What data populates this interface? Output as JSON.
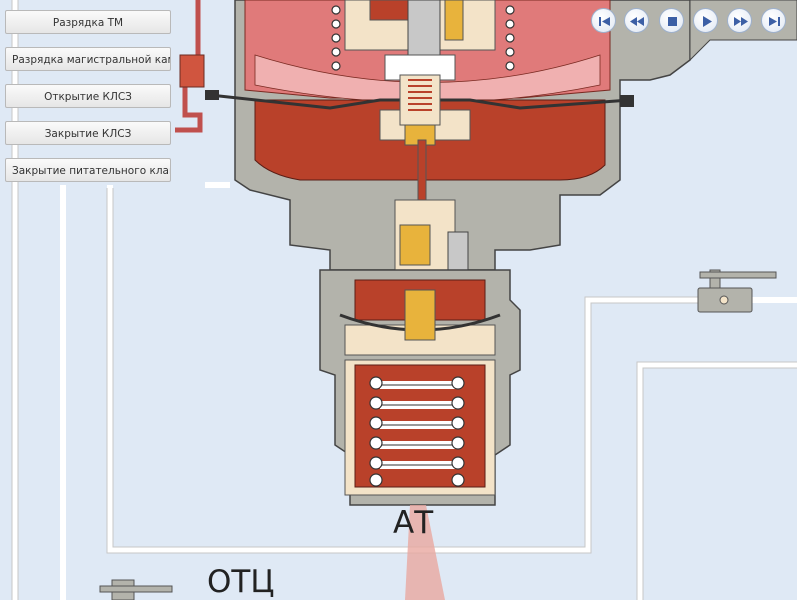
{
  "menu": {
    "items": [
      "Разрядка ТМ",
      "Разрядка магистральной камеры",
      "Открытие КЛСЗ",
      "Закрытие КЛСЗ",
      "Закрытие питательного клапана"
    ]
  },
  "controls": {
    "icons": [
      "skip-back-icon",
      "rewind-icon",
      "stop-icon",
      "play-icon",
      "fast-forward-icon",
      "skip-forward-icon"
    ]
  },
  "labels": {
    "at": "АТ",
    "otc": "ОТЦ"
  },
  "colors": {
    "background": "#dfe9f5",
    "pipe": "#ffffff",
    "housing": "#b3b3ab",
    "cavity": "#f3e3c8",
    "chamber": "#b9412a",
    "chamber_light": "#e07a7a",
    "brass": "#e8b33c",
    "accent": "#4c78c8"
  }
}
